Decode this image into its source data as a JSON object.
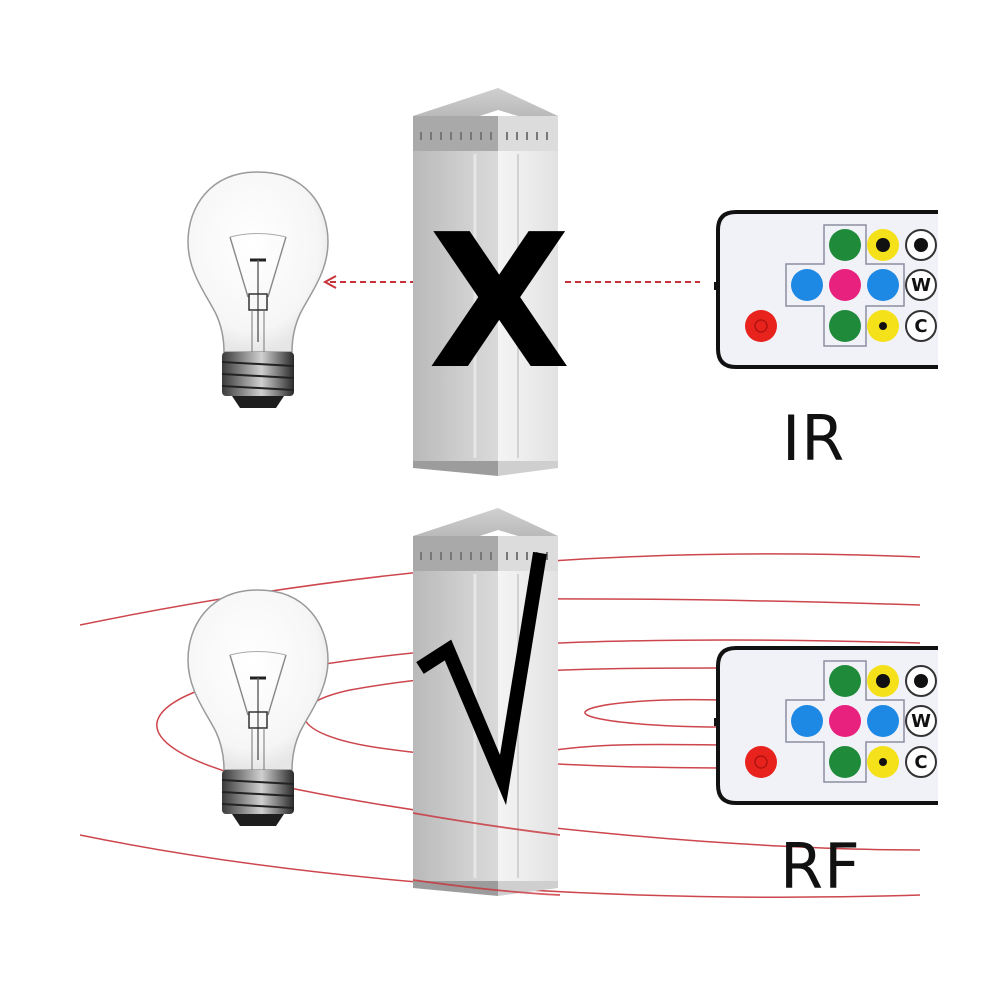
{
  "panels": {
    "ir": {
      "label": "IR",
      "result_symbol": "X",
      "signal": "blocked",
      "remote_buttons": [
        "green",
        "yellow-sun-large",
        "gear",
        "blue",
        "magenta",
        "blue",
        "W",
        "red-power",
        "green",
        "yellow-sun-small",
        "C"
      ]
    },
    "rf": {
      "label": "RF",
      "result_symbol": "√",
      "signal": "passes-through"
    }
  },
  "remote_button_glyphs": {
    "mode": "W",
    "clear": "C"
  },
  "colors": {
    "signal_red": "#c8323a",
    "button_green": "#1f8a3a",
    "button_blue": "#1e88e5",
    "button_magenta": "#e8207e",
    "button_yellow": "#f5e11a",
    "button_red": "#e8231e",
    "pillar_light": "#eeeeee",
    "pillar_dark": "#c4c4c4",
    "remote_body": "#f1f2f7"
  }
}
